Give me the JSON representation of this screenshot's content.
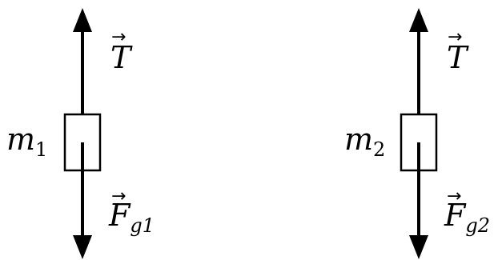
{
  "diagram": {
    "colors": {
      "ink": "#000000",
      "background": "#ffffff"
    },
    "bodies": [
      {
        "mass_label": "m",
        "mass_sub": "1",
        "tension_label": "T",
        "gravity_label": "F",
        "gravity_sub": "g1"
      },
      {
        "mass_label": "m",
        "mass_sub": "2",
        "tension_label": "T",
        "gravity_label": "F",
        "gravity_sub": "g2"
      }
    ]
  }
}
